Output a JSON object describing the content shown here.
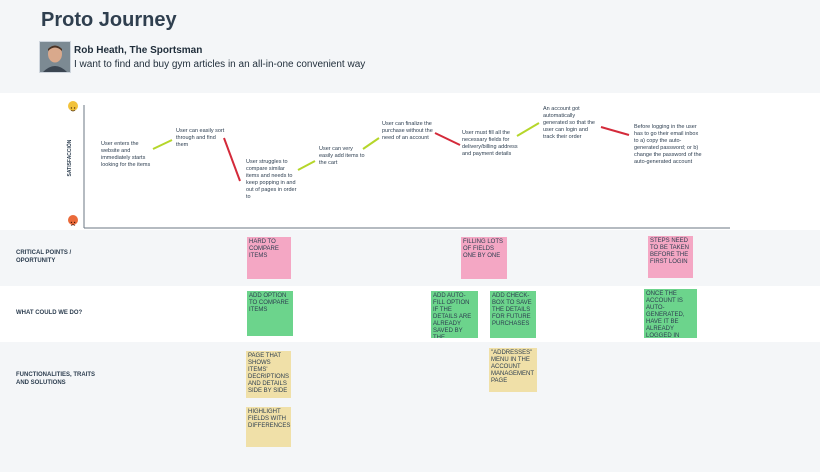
{
  "title": "Proto Journey",
  "persona": {
    "name": "Rob Heath, The Sportsman",
    "goal": "I want to find and buy gym articles in an all-in-one convenient way"
  },
  "axis_label": "SATISFACCIÓN",
  "steps": [
    "User enters the website and immediately starts looking for the items",
    "User can easily sort through and find them",
    "User struggles to compare similar items and needs to keep popping in and out of pages in order to",
    "User can very easily add items to the cart",
    "User can finalize the purchase without the need of an account",
    "User must fill all the necessary fields for delivery/billing address and payment details",
    "An account got automatically generated so that the user can login and track their order",
    "Before logging in the user has to go their email inbox to a) copy the auto-generated password; or b) change the password of the auto-generated account"
  ],
  "rows": {
    "critical": "CRITICAL POINTS / OPORTUNITY",
    "what": "WHAT COULD WE DO?",
    "functionalities": "FUNCTIONALITIES, TRAITS AND SOLUTIONS"
  },
  "notes": {
    "critical": [
      "HARD TO COMPARE ITEMS",
      "FILLING LOTS OF FIELDS ONE BY ONE",
      "STEPS NEED TO BE TAKEN BEFORE THE FIRST LOGIN"
    ],
    "what": [
      "ADD OPTION TO COMPARE ITEMS",
      "ADD AUTO-FILL OPTION IF THE DETAILS ARE ALREADY SAVED BY THE BROWSER",
      "ADD CHECK-BOX TO SAVE THE DETAILS FOR FUTURE PURCHASES",
      "ONCE THE ACCOUNT IS AUTO-GENERATED, HAVE IT BE ALREADY LOGGED IN"
    ],
    "functionalities": [
      "PAGE THAT SHOWS ITEMS' DECRIPTIONS AND DETAILS SIDE BY SIDE",
      "HIGHLIGHT FIELDS WITH DIFFERENCES",
      "\"ADDRESSES\" MENU IN THE ACCOUNT MANAGEMENT PAGE"
    ]
  },
  "colors": {
    "positive": "#b5d62a",
    "negative": "#d42a3a",
    "sticky_pink": "#f4a7c4",
    "sticky_green": "#6cd48c",
    "sticky_yellow": "#f0e0a8"
  }
}
